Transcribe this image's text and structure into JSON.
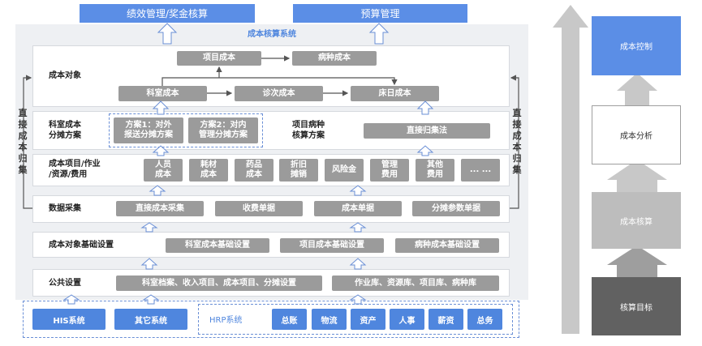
{
  "top": {
    "left": "绩效管理/奖金核算",
    "right": "预算管理"
  },
  "system_title": "成本核算系统",
  "side_label": "直接成本归集",
  "object_row": {
    "label": "成本对象",
    "top_nodes": [
      "项目成本",
      "病种成本"
    ],
    "bottom_nodes": [
      "科室成本",
      "诊次成本",
      "床日成本"
    ]
  },
  "alloc_row": {
    "label": "科室成本\n分摊方案",
    "plan1": "方案1：对外\n报送分摊方案",
    "plan2": "方案2：对内\n管理分摊方案",
    "right_label": "项目病种\n核算方案",
    "right_box": "直接归集法"
  },
  "items_row": {
    "label": "成本项目/作业\n/资源/费用",
    "items": [
      "人员\n成本",
      "耗材\n成本",
      "药品\n成本",
      "折旧\n摊销",
      "风险金",
      "管理\n费用",
      "其他\n费用",
      "... ..."
    ]
  },
  "collect_row": {
    "label": "数据采集",
    "items": [
      "直接成本采集",
      "收费单据",
      "成本单据",
      "分摊参数单据"
    ]
  },
  "basic_row": {
    "label": "成本对象基础设置",
    "items": [
      "科室成本基础设置",
      "项目成本基础设置",
      "病种成本基础设置"
    ]
  },
  "public_row": {
    "label": "公共设置",
    "items": [
      "科室档案、收入项目、成本项目、分摊设置",
      "作业库、资源库、项目库、病种库"
    ]
  },
  "sources": {
    "his": "HIS系统",
    "other": "其它系统",
    "hrp": "HRP系统",
    "hrp_items": [
      "总账",
      "物流",
      "资产",
      "人事",
      "薪资",
      "总务"
    ]
  },
  "pyramid": [
    "成本控制",
    "成本分析",
    "成本核算",
    "核算目标"
  ],
  "colors": {
    "accent": "#4f86de",
    "gray": "#9b9b9b",
    "dark": "#616161",
    "light": "#bdbdbd"
  }
}
